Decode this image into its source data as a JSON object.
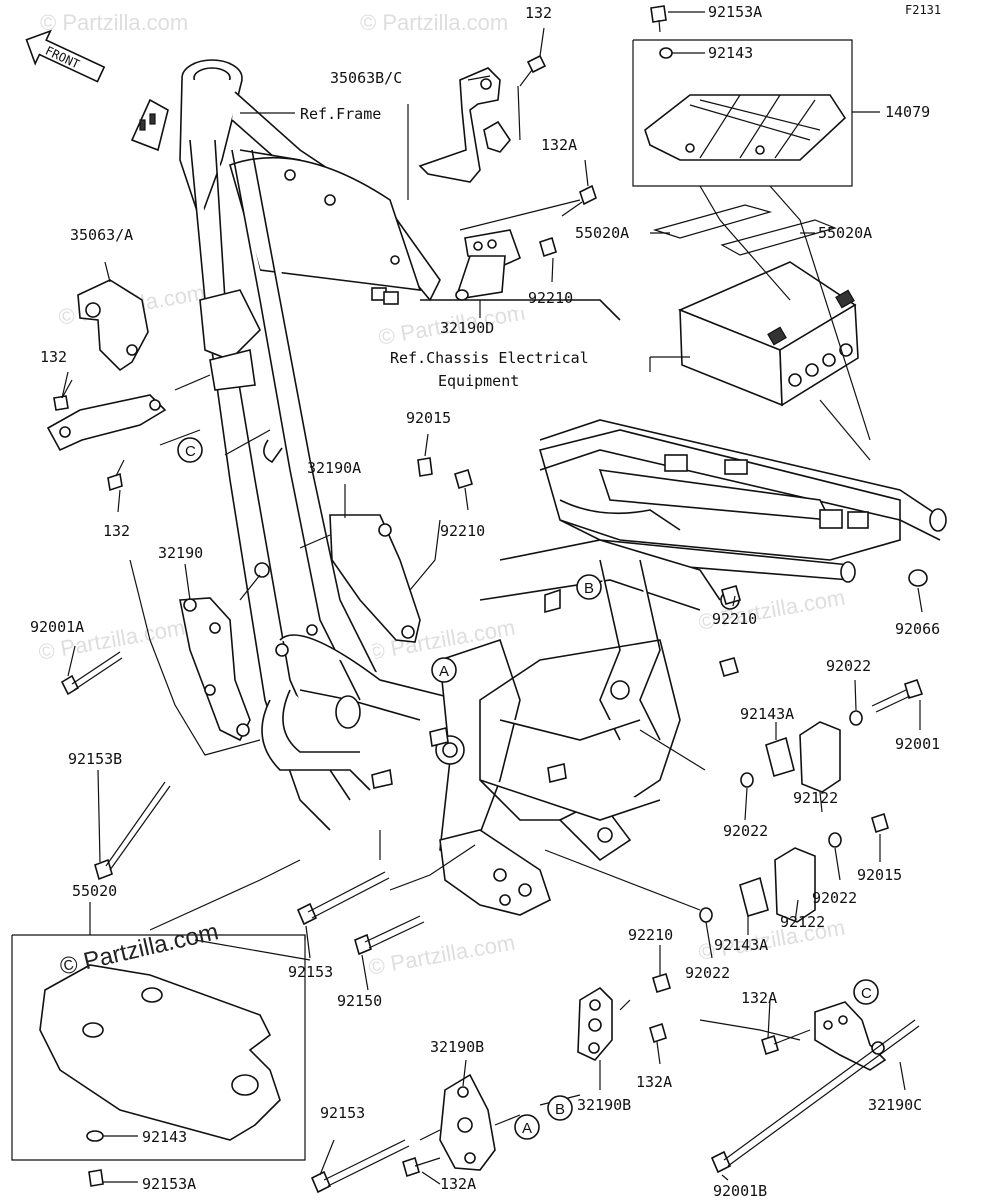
{
  "figure_code": "F2131",
  "front_label": "FRONT",
  "watermark_small": "© Partzilla.com",
  "watermark_dark": "© Partzilla.com",
  "refs": {
    "frame": "Ref.Frame",
    "chassis_line1": "Ref.Chassis Electrical",
    "chassis_line2": "Equipment"
  },
  "callouts": [
    "A",
    "B",
    "C"
  ],
  "parts": {
    "p132_top": "132",
    "p35063bc": "35063B/C",
    "p92153a_top": "92153A",
    "p92143_top": "92143",
    "p14079": "14079",
    "p132a_top": "132A",
    "p55020a_left": "55020A",
    "p55020a_right": "55020A",
    "p35063a": "35063/A",
    "p92210_top": "92210",
    "p32190d": "32190D",
    "p132_left": "132",
    "p92015_top": "92015",
    "p32190a": "32190A",
    "p92210_mid": "92210",
    "p132_left2": "132",
    "p32190": "32190",
    "p92210_right": "92210",
    "p92066": "92066",
    "p92001a": "92001A",
    "p92022_a": "92022",
    "p92143a_a": "92143A",
    "p92001": "92001",
    "p92153b": "92153B",
    "p92122_a": "92122",
    "p92022_b": "92022",
    "p92015_b": "92015",
    "p55020": "55020",
    "p92022_c": "92022",
    "p92153": "92153",
    "p92122_b": "92122",
    "p92143a_b": "92143A",
    "p92210_low": "92210",
    "p92022_d": "92022",
    "p92150": "92150",
    "p132a_low": "132A",
    "p32190b_l": "32190B",
    "p132a_mid": "132A",
    "p32190b_r": "32190B",
    "p32190c": "32190C",
    "p92153_low": "92153",
    "p92143_low": "92143",
    "p132a_bot": "132A",
    "p92001b": "92001B",
    "p92153a_bot": "92153A"
  }
}
